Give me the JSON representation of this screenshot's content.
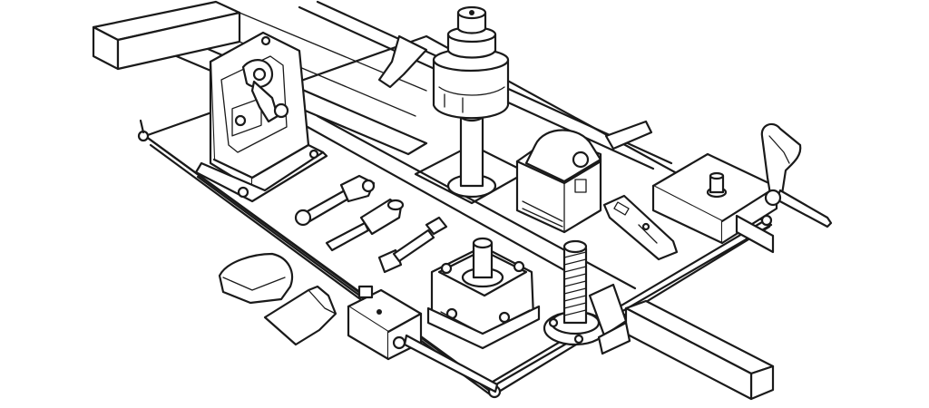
{
  "figure": {
    "kind": "line-art exploded assembly illustration",
    "line_color": "#1a1a1a",
    "background_color": "#ffffff",
    "components": [
      {
        "id": "square-bar",
        "icon": "square-bar-icon"
      },
      {
        "id": "mounting-bracket",
        "icon": "bracket-icon"
      },
      {
        "id": "cylinder-post",
        "icon": "cylinder-post-icon"
      },
      {
        "id": "lock-box",
        "icon": "lock-box-icon"
      },
      {
        "id": "clamp-block",
        "icon": "clamp-block-icon"
      },
      {
        "id": "hand-tools",
        "icon": "tool-icon"
      },
      {
        "id": "pads",
        "icon": "pad-icon"
      },
      {
        "id": "terminal-block",
        "icon": "terminal-block-icon"
      },
      {
        "id": "gear-mount",
        "icon": "gear-mount-icon"
      },
      {
        "id": "threaded-screw",
        "icon": "threaded-screw-icon"
      },
      {
        "id": "link-plate",
        "icon": "link-plate-icon"
      }
    ]
  }
}
